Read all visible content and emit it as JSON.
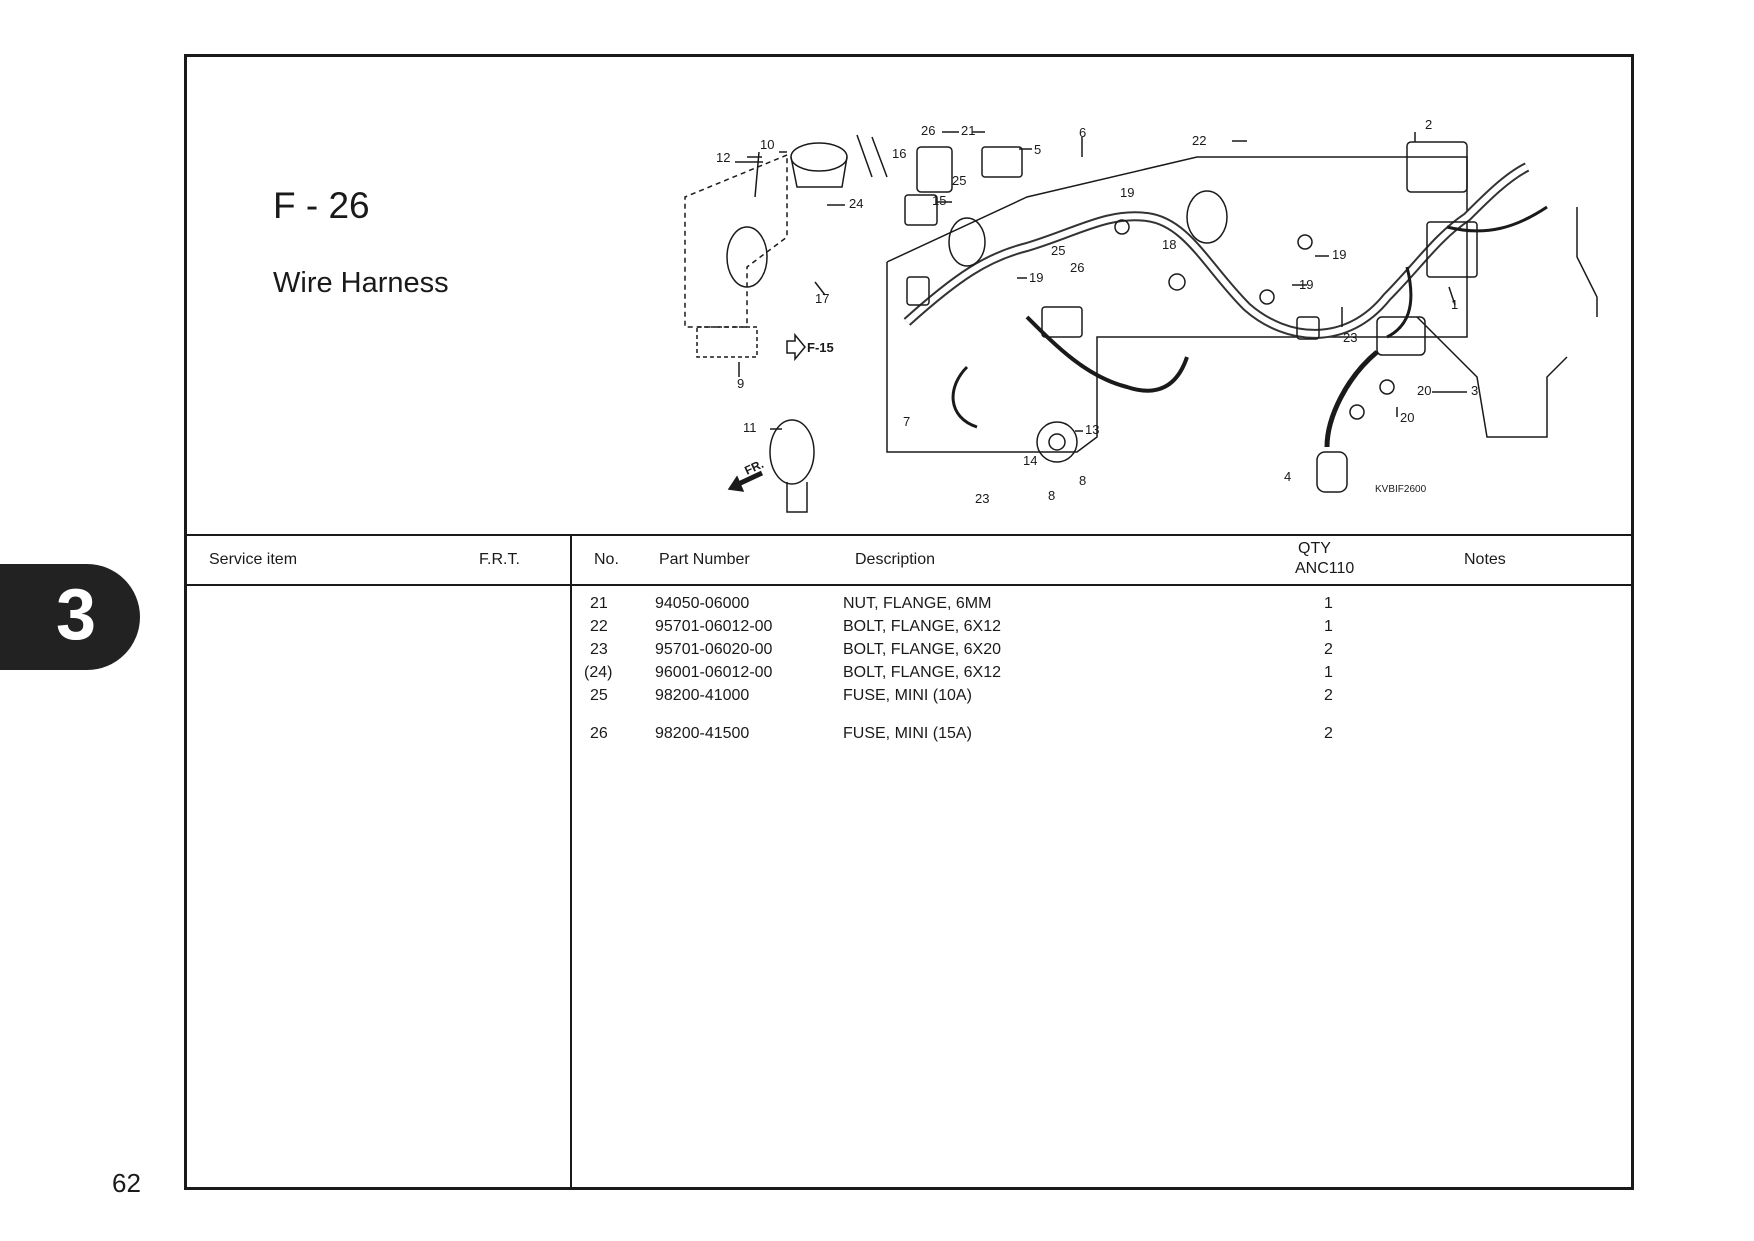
{
  "section": {
    "code": "F - 26",
    "name": "Wire Harness"
  },
  "chapter_tab": "3",
  "page_number": "62",
  "diagram": {
    "image_code": "KVBIF2600",
    "ref_label": "F-15",
    "direction_label": "FR.",
    "callouts": [
      "1",
      "2",
      "3",
      "4",
      "5",
      "6",
      "7",
      "8",
      "8",
      "9",
      "10",
      "11",
      "12",
      "13",
      "14",
      "15",
      "16",
      "17",
      "18",
      "19",
      "19",
      "19",
      "19",
      "20",
      "20",
      "21",
      "22",
      "23",
      "23",
      "24",
      "25",
      "25",
      "26",
      "26"
    ]
  },
  "table": {
    "headers": {
      "service_item": "Service item",
      "frt": "F.R.T.",
      "no": "No.",
      "part_number": "Part Number",
      "description": "Description",
      "qty": "QTY",
      "qty_model": "ANC110",
      "notes": "Notes"
    },
    "rows": [
      {
        "no": "21",
        "part": "94050-06000",
        "desc": "NUT, FLANGE, 6MM",
        "qty": "1"
      },
      {
        "no": "22",
        "part": "95701-06012-00",
        "desc": "BOLT, FLANGE, 6X12",
        "qty": "1"
      },
      {
        "no": "23",
        "part": "95701-06020-00",
        "desc": "BOLT, FLANGE, 6X20",
        "qty": "2"
      },
      {
        "no": "(24)",
        "part": "96001-06012-00",
        "desc": "BOLT, FLANGE, 6X12",
        "qty": "1"
      },
      {
        "no": "25",
        "part": "98200-41000",
        "desc": "FUSE, MINI (10A)",
        "qty": "2"
      },
      {
        "no": "26",
        "part": "98200-41500",
        "desc": "FUSE, MINI (15A)",
        "qty": "2"
      }
    ]
  }
}
